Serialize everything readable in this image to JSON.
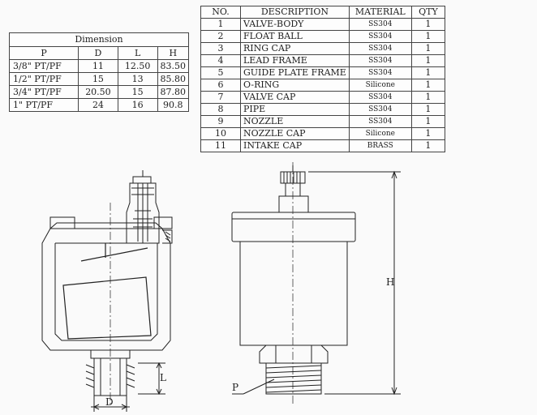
{
  "dimension_table": {
    "caption": "Dimension",
    "headers": [
      "P",
      "D",
      "L",
      "H"
    ],
    "rows": [
      [
        "3/8\" PT/PF",
        "11",
        "12.50",
        "83.50"
      ],
      [
        "1/2\" PT/PF",
        "15",
        "13",
        "85.80"
      ],
      [
        "3/4\" PT/PF",
        "20.50",
        "15",
        "87.80"
      ],
      [
        "1\" PT/PF",
        "24",
        "16",
        "90.8"
      ]
    ]
  },
  "parts_table": {
    "headers": [
      "NO.",
      "DESCRIPTION",
      "MATERIAL",
      "QTY"
    ],
    "rows": [
      [
        "1",
        "VALVE-BODY",
        "SS304",
        "1"
      ],
      [
        "2",
        "FLOAT BALL",
        "SS304",
        "1"
      ],
      [
        "3",
        "RING CAP",
        "SS304",
        "1"
      ],
      [
        "4",
        "LEAD FRAME",
        "SS304",
        "1"
      ],
      [
        "5",
        "GUIDE PLATE FRAME",
        "SS304",
        "1"
      ],
      [
        "6",
        "O-RING",
        "Silicone",
        "1"
      ],
      [
        "7",
        "VALVE CAP",
        "SS304",
        "1"
      ],
      [
        "8",
        "PIPE",
        "SS304",
        "1"
      ],
      [
        "9",
        "NOZZLE",
        "SS304",
        "1"
      ],
      [
        "10",
        "NOZZLE CAP",
        "Silicone",
        "1"
      ],
      [
        "11",
        "INTAKE CAP",
        "BRASS",
        "1"
      ]
    ]
  },
  "drawing_labels": {
    "d": "D",
    "l": "L",
    "h": "H",
    "p": "P"
  }
}
